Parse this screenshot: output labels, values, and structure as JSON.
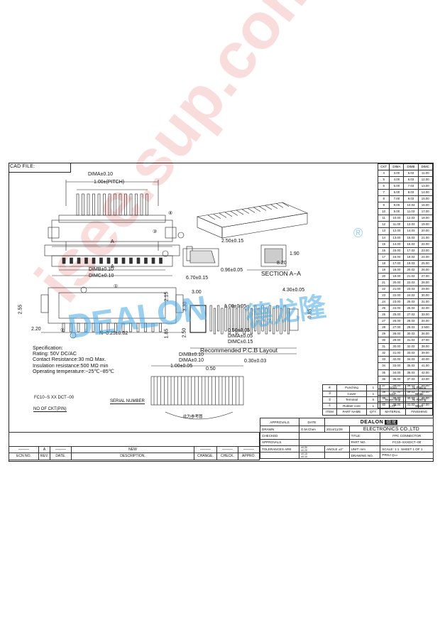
{
  "header": {
    "cad_file_label": "CAD FILE:"
  },
  "drawing": {
    "top_view": {
      "dima": "DIMA±0.10",
      "pitch": "1.00±(PITCH)",
      "callout_4": "④",
      "callout_3": "③"
    },
    "bottom_view": {
      "a_label_top": "A",
      "a_label_bottom": "A",
      "dimb": "DIMB±0.10",
      "dimc": "DIMC±0.10",
      "callout_1": "①",
      "callout_2": "②",
      "dim_255": "2.55",
      "dim_220": "2.20",
      "dim_n": "N−0.25±0.02",
      "dim_215": "2.15",
      "dim_185": "1.85"
    },
    "section": {
      "dim_250": "2.50±0.15",
      "dim_190": "1.90",
      "dim_820": "8.20",
      "dim_670": "6.70±0.15",
      "dim_096": "0.96±0.05",
      "title": "SECTION  A−A"
    },
    "pcb": {
      "dim_300": "3.00",
      "dim_330": "3.30",
      "dim_100": "1.00±0.05",
      "dim_430": "4.30±0.05",
      "dim_085": "0.85",
      "dim_050": "0.50±0.05",
      "dima": "DIMA±0.05",
      "dimc": "DIMC±0.15",
      "dim_250": "2.50",
      "title": "Recommended  P.C.B  Layout"
    },
    "tape": {
      "dimb_cn": "DIMB±0.10",
      "dima": "DIMA±0.10",
      "dim_100": "1.00±0.05",
      "dim_050": "0.50",
      "dim_030": "0.30±0.03",
      "note_cn": "此为参考图"
    }
  },
  "specification": {
    "title": "Specification:",
    "lines": [
      "Rating: 50V DC/AC",
      "Contact Resistance:30 mΩ Max.",
      "Insulation resistance:500 MΩ min",
      "Operating temperature:−25℃~85℃"
    ]
  },
  "ordering": {
    "code": "FC10−S XX DCT−00",
    "serial": "SERIAL NUMBER",
    "pins": "NO OF CKT(PIN)"
  },
  "dim_table": {
    "headers": [
      "CKT",
      "DIMA",
      "DIMB",
      "DIMC"
    ],
    "rows": [
      [
        "4",
        "3.00",
        "5.03",
        "11.00"
      ],
      [
        "5",
        "4.00",
        "6.03",
        "12.00"
      ],
      [
        "6",
        "5.00",
        "7.03",
        "13.00"
      ],
      [
        "7",
        "6.00",
        "8.03",
        "14.00"
      ],
      [
        "8",
        "7.00",
        "9.03",
        "15.00"
      ],
      [
        "9",
        "8.00",
        "10.03",
        "16.00"
      ],
      [
        "10",
        "9.00",
        "11.03",
        "17.00"
      ],
      [
        "11",
        "10.00",
        "12.03",
        "18.00"
      ],
      [
        "12",
        "11.00",
        "13.03",
        "19.00"
      ],
      [
        "13",
        "12.00",
        "14.03",
        "20.00"
      ],
      [
        "14",
        "13.00",
        "15.03",
        "21.00"
      ],
      [
        "15",
        "14.00",
        "16.03",
        "22.00"
      ],
      [
        "16",
        "15.00",
        "17.03",
        "23.00"
      ],
      [
        "17",
        "16.00",
        "18.03",
        "24.00"
      ],
      [
        "18",
        "17.00",
        "19.03",
        "25.00"
      ],
      [
        "19",
        "18.00",
        "20.03",
        "26.00"
      ],
      [
        "20",
        "19.00",
        "21.03",
        "27.00"
      ],
      [
        "21",
        "20.00",
        "22.03",
        "28.00"
      ],
      [
        "22",
        "21.00",
        "23.03",
        "29.00"
      ],
      [
        "23",
        "22.00",
        "24.03",
        "30.00"
      ],
      [
        "24",
        "23.00",
        "25.03",
        "31.00"
      ],
      [
        "25",
        "24.00",
        "26.03",
        "32.00"
      ],
      [
        "26",
        "25.00",
        "27.03",
        "33.00"
      ],
      [
        "27",
        "26.00",
        "28.03",
        "34.00"
      ],
      [
        "28",
        "27.00",
        "29.03",
        "3.500"
      ],
      [
        "29",
        "28.00",
        "30.03",
        "36.00"
      ],
      [
        "30",
        "29.00",
        "31.03",
        "37.00"
      ],
      [
        "31",
        "30.00",
        "32.03",
        "38.00"
      ],
      [
        "32",
        "31.00",
        "33.03",
        "39.00"
      ],
      [
        "33",
        "32.00",
        "34.03",
        "40.00"
      ],
      [
        "34",
        "33.00",
        "35.03",
        "41.00"
      ],
      [
        "35",
        "34.00",
        "36.03",
        "42.00"
      ],
      [
        "36",
        "35.00",
        "37.03",
        "43.00"
      ],
      [
        "37",
        "36.00",
        "38.03",
        "44.00"
      ],
      [
        "38",
        "37.00",
        "39.03",
        "45.00"
      ],
      [
        "39",
        "38.00",
        "40.03",
        "46.00"
      ],
      [
        "40",
        "39.00",
        "41.03",
        "47.00"
      ]
    ]
  },
  "parts": {
    "rows": [
      [
        "④",
        "Punching",
        "1",
        "Brass",
        "Ni Plating"
      ],
      [
        "③",
        "Cover",
        "1",
        "LCP",
        "White"
      ],
      [
        "②",
        "Terminal",
        "X",
        "Brass strip",
        "Ni Plating"
      ],
      [
        "①",
        "Rubber core",
        "1",
        "LCP",
        "Black"
      ]
    ],
    "header": [
      "ITEM",
      "PART NAME",
      "QTY.",
      "MATERIAL",
      "FINISHING"
    ]
  },
  "title_block": {
    "approvals": "APPROVALS",
    "date": "DATE",
    "company_logo": "DEALON",
    "company_cn": "德龙",
    "drawn": "DRAWN",
    "drawn_by": "G.M.Chen",
    "drawn_date": "2014/11/28",
    "company": "ELECTRONICS CO.,LTD",
    "checked": "CHECKED",
    "title_label": "TITLE:",
    "title": "FPC CONNECTOR",
    "approvals2": "APPROVALS",
    "part_no_label": "PART NO.",
    "part_no": "FC10−SXXDCT−00",
    "tolerances": "TOLERANCES ARE",
    "tol_values": [
      "±0.30",
      "±0.20",
      "±0.15",
      "±0.10"
    ],
    "angle": "ANGLE",
    "angle_val": "±2°",
    "unit": "UNIT: mm",
    "scale": "SCALE:  1:1",
    "sheet": "SHEET  1  OF  1",
    "drawing_no": "DRAWING NO.",
    "proj": "PROJ"
  },
  "revision": {
    "rev_letter": "A",
    "new": "NEW",
    "headers": [
      "ECN NO.",
      "REV.",
      "DATE.",
      "DESCRIPTION.",
      "CHANGE.",
      "CHECK.",
      "APPRO."
    ]
  },
  "watermarks": {
    "logo_en": "DEALON",
    "logo_cn": "德龙隆",
    "reg": "®",
    "site": "isee.sup.com"
  }
}
